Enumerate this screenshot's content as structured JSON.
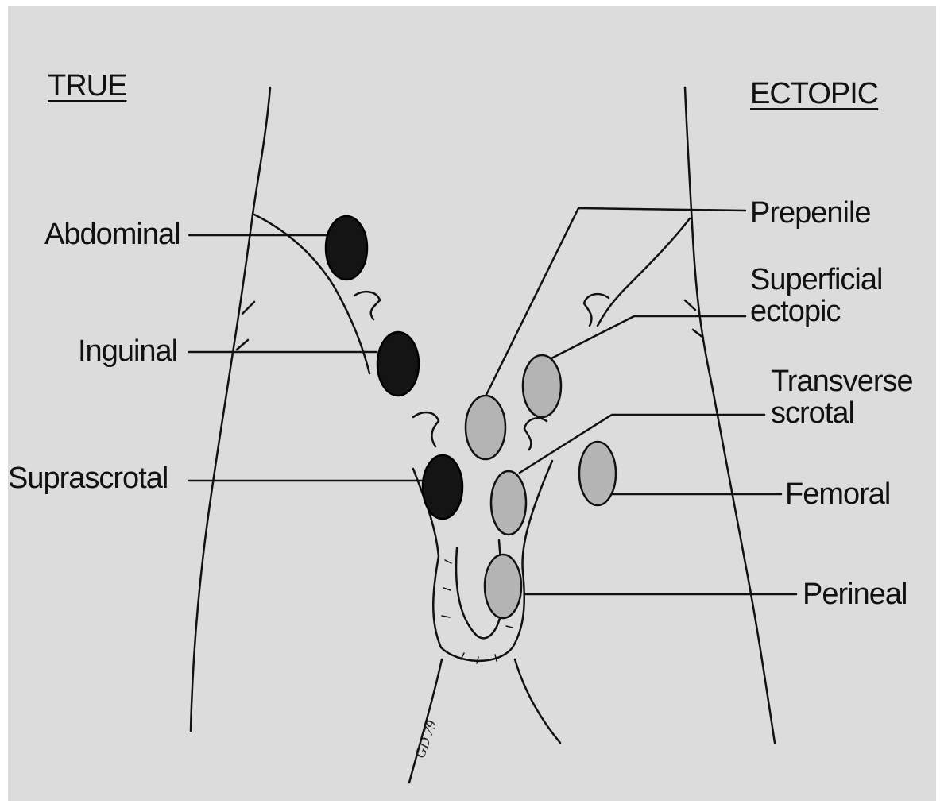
{
  "headers": {
    "true": "TRUE",
    "ectopic": "ECTOPIC"
  },
  "true_labels": {
    "abdominal": "Abdominal",
    "inguinal": "Inguinal",
    "suprascrotal": "Suprascrotal"
  },
  "ectopic_labels": {
    "prepenile": "Prepenile",
    "superficial_line1": "Superficial",
    "superficial_line2": "ectopic",
    "transverse_line1": "Transverse",
    "transverse_line2": "scrotal",
    "femoral": "Femoral",
    "perineal": "Perineal"
  },
  "signature": "GD 79",
  "colors": {
    "background": "#dcdcdc",
    "ink": "#111111",
    "true_testis_fill": "#141414",
    "ectopic_testis_fill": "#b4b4b4"
  }
}
